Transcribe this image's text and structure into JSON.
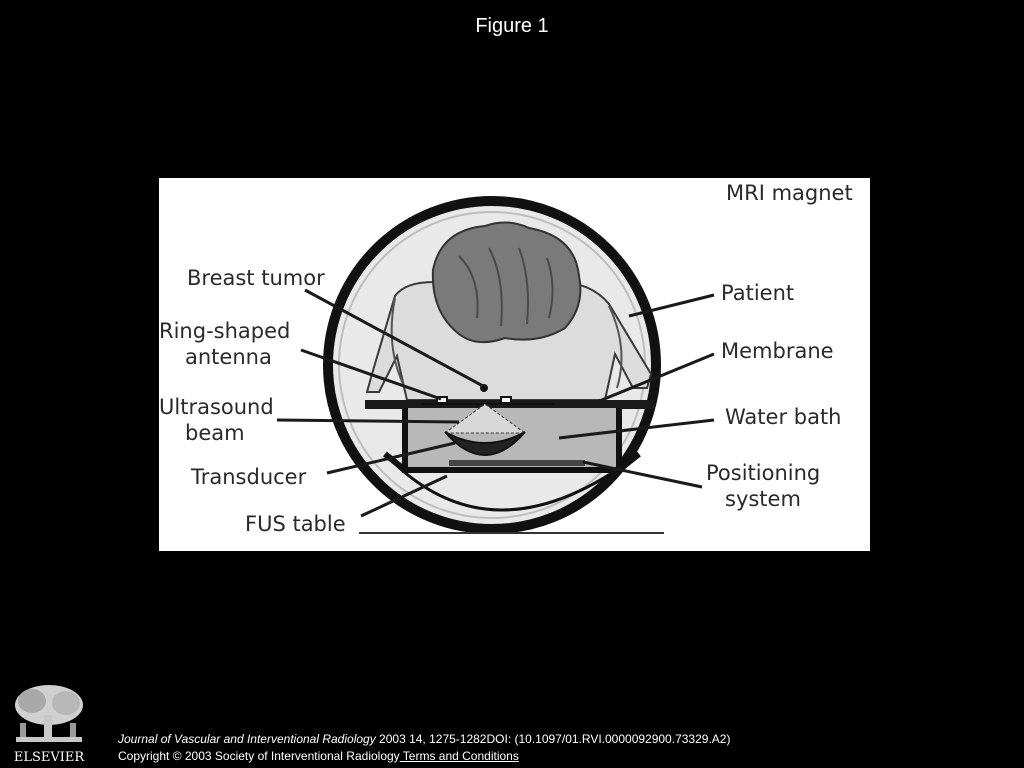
{
  "slide": {
    "title": "Figure 1"
  },
  "diagram": {
    "labels": {
      "mri_magnet": "MRI magnet",
      "breast_tumor": "Breast tumor",
      "ring_antenna_line1": "Ring-shaped",
      "ring_antenna_line2": "antenna",
      "ultrasound_line1": "Ultrasound",
      "ultrasound_line2": "beam",
      "transducer": "Transducer",
      "fus_table": "FUS table",
      "patient": "Patient",
      "membrane": "Membrane",
      "water_bath": "Water bath",
      "positioning_line1": "Positioning",
      "positioning_line2": "system"
    }
  },
  "footer": {
    "publisher_logo_text": "ELSEVIER",
    "journal": "Journal of Vascular and Interventional Radiology",
    "citation": " 2003 14, 1275-1282DOI: (10.1097/01.RVI.0000092900.73329.A2)",
    "copyright": "Copyright © 2003 Society of Interventional Radiology",
    "terms_link": " Terms and Conditions"
  },
  "colors": {
    "background": "#000000",
    "panel": "#ffffff",
    "text_light": "#ffffff",
    "ink": "#1a1a1a"
  }
}
